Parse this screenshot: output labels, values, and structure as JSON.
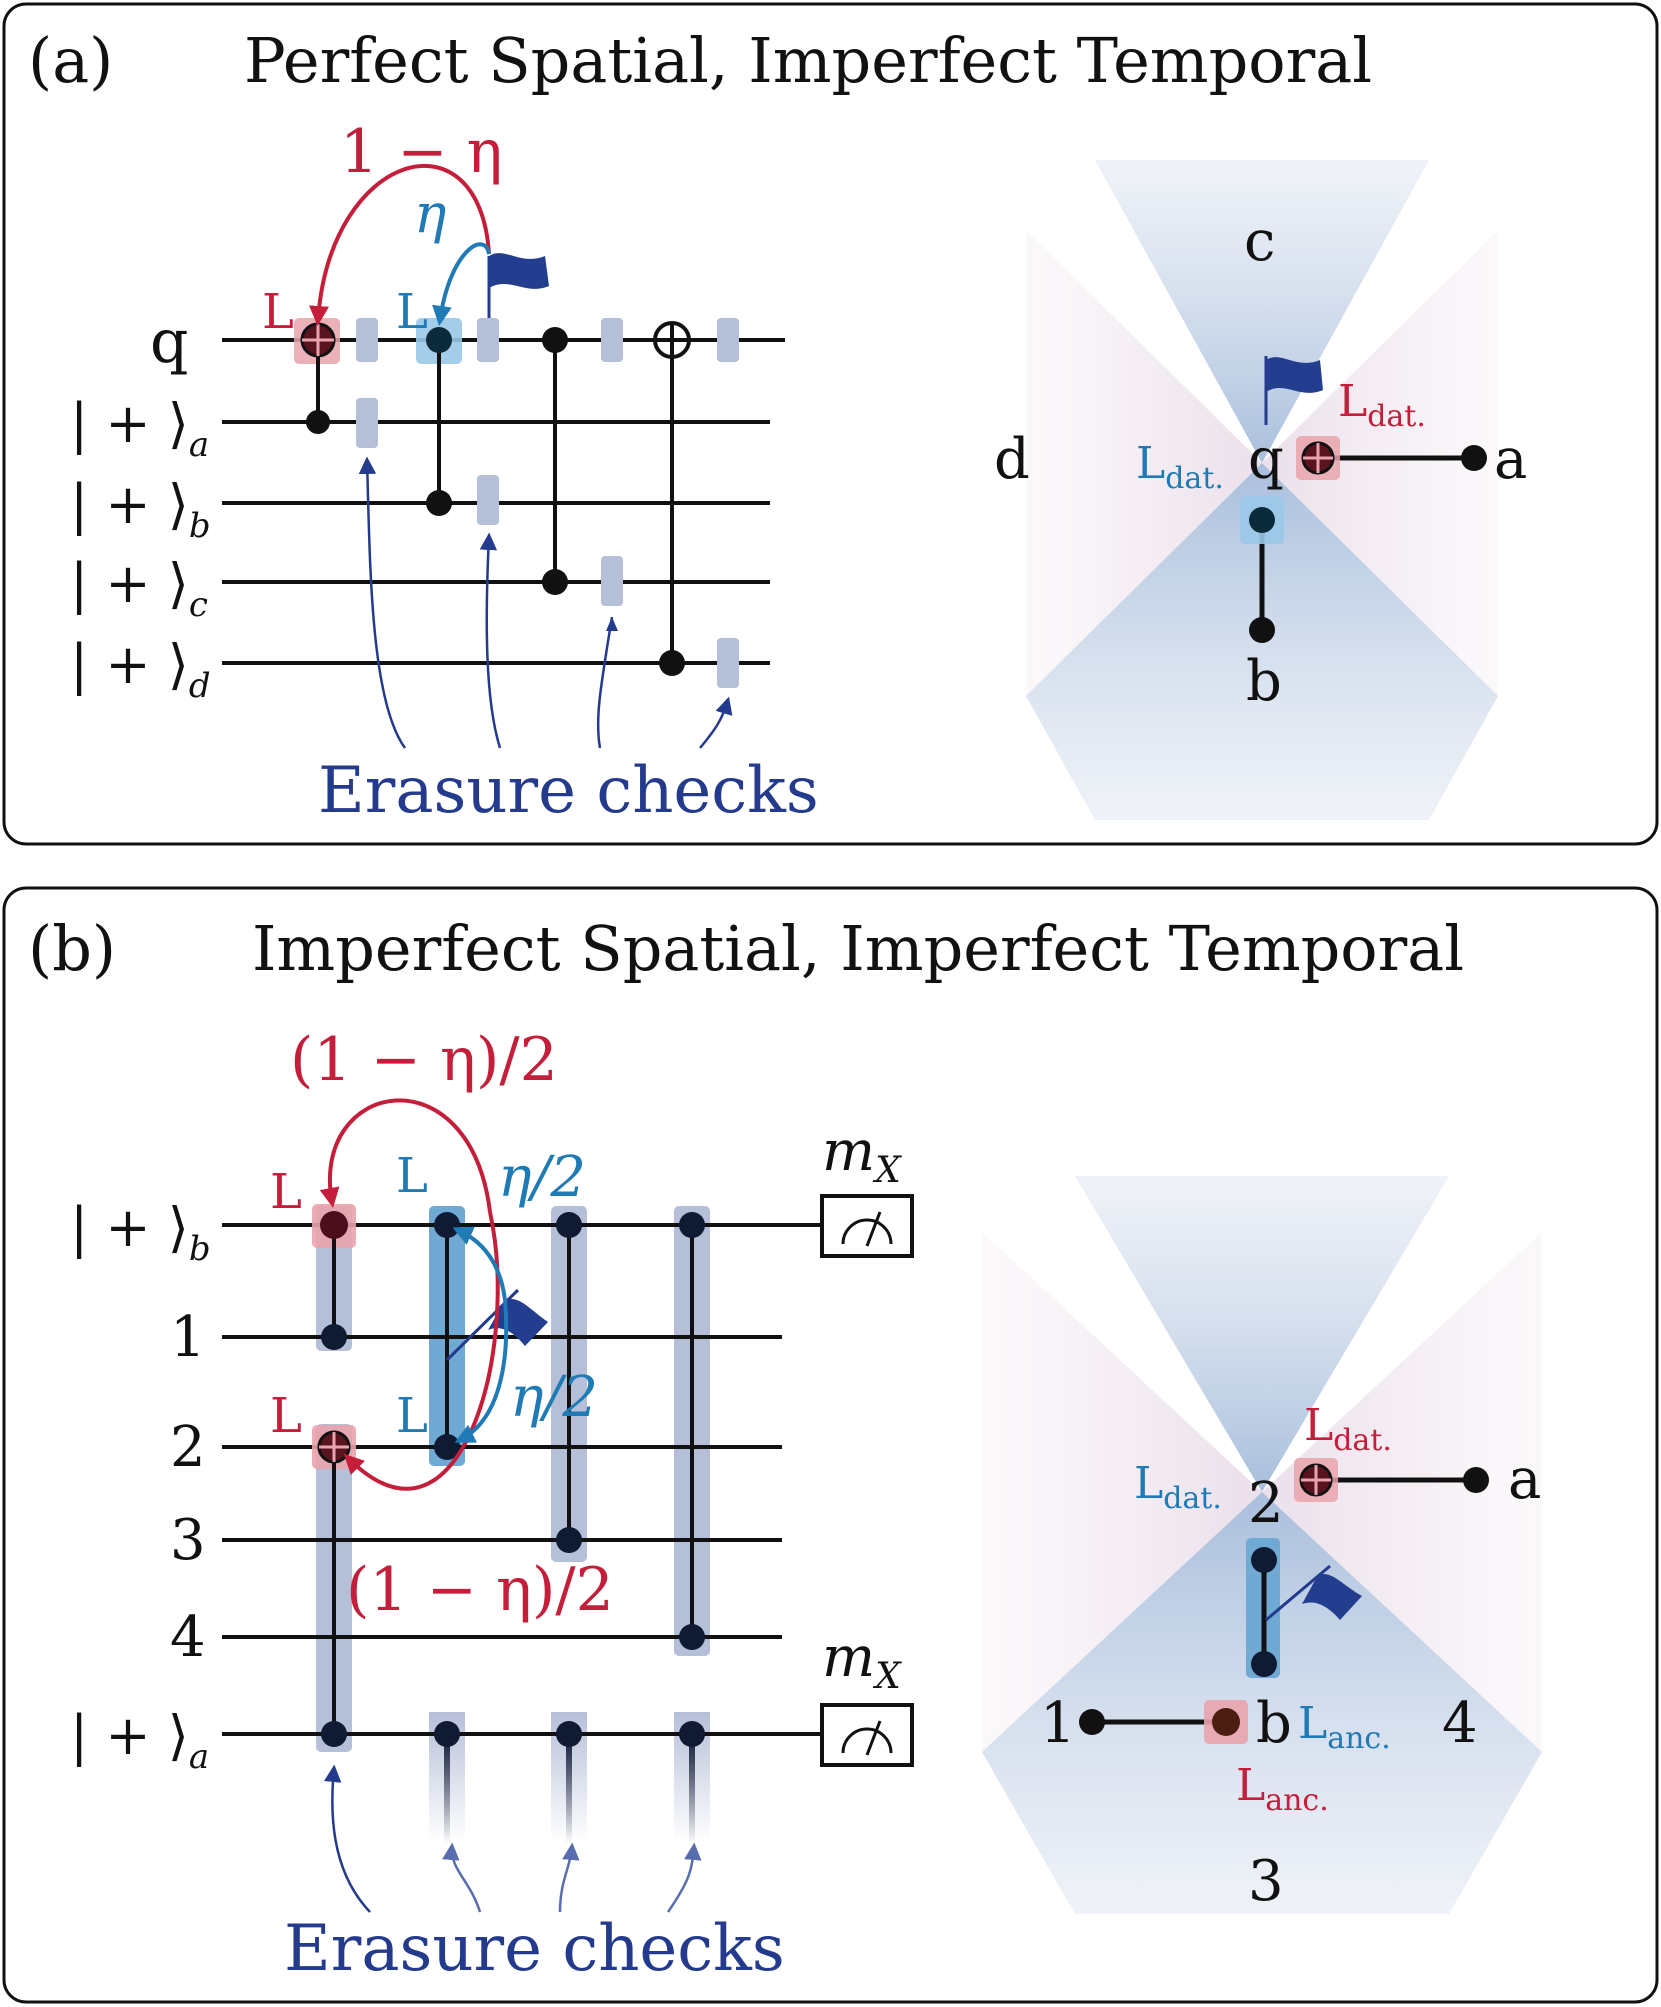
{
  "panel_a": {
    "letter": "(a)",
    "title": "Perfect Spatial, Imperfect Temporal",
    "prob_red": "1 − η",
    "prob_blue": "η",
    "gate_label_red": "L",
    "gate_label_blue": "L",
    "wires": {
      "q": "q",
      "a": "| + ⟩",
      "a_sub": "a",
      "b": "| + ⟩",
      "b_sub": "b",
      "c": "| + ⟩",
      "c_sub": "c",
      "d": "| + ⟩",
      "d_sub": "d"
    },
    "erasure_label": "Erasure checks",
    "lattice": {
      "c": "c",
      "d": "d",
      "q": "q",
      "a": "a",
      "b": "b",
      "l_dat_blue": "L",
      "l_dat_blue_sub": "dat.",
      "l_dat_red": "L",
      "l_dat_red_sub": "dat."
    }
  },
  "panel_b": {
    "letter": "(b)",
    "title": "Imperfect Spatial, Imperfect Temporal",
    "prob_red_top": "(1 − η)/2",
    "prob_red_bottom": "(1 − η)/2",
    "prob_blue_top": "η/2",
    "prob_blue_bottom": "η/2",
    "gate_label_red_top": "L",
    "gate_label_red_bottom": "L",
    "gate_label_blue_top": "L",
    "gate_label_blue_bottom": "L",
    "wires": {
      "b": "| + ⟩",
      "b_sub": "b",
      "w1": "1",
      "w2": "2",
      "w3": "3",
      "w4": "4",
      "a": "| + ⟩",
      "a_sub": "a"
    },
    "measure_label": "m",
    "measure_sub": "X",
    "erasure_label": "Erasure checks",
    "lattice": {
      "n1": "1",
      "n2": "2",
      "n3": "3",
      "n4": "4",
      "a": "a",
      "b": "b",
      "l_dat_blue": "L",
      "l_dat_blue_sub": "dat.",
      "l_dat_red": "L",
      "l_dat_red_sub": "dat.",
      "l_anc_blue": "L",
      "l_anc_blue_sub": "anc.",
      "l_anc_red": "L",
      "l_anc_red_sub": "anc."
    }
  },
  "colors": {
    "red": "#c41e3a",
    "blue": "#1f7ab5",
    "navy": "#243a8c",
    "check": "#b5bfd8"
  }
}
